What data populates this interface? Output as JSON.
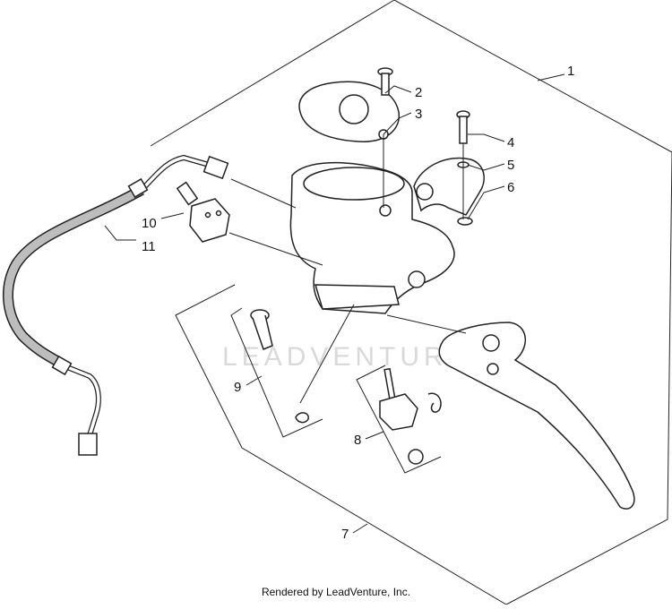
{
  "diagram": {
    "callouts": [
      "1",
      "2",
      "3",
      "4",
      "5",
      "6",
      "7",
      "8",
      "9",
      "10",
      "11"
    ],
    "watermark": "LEADVENTURE",
    "footer": "Rendered by LeadVenture, Inc."
  }
}
